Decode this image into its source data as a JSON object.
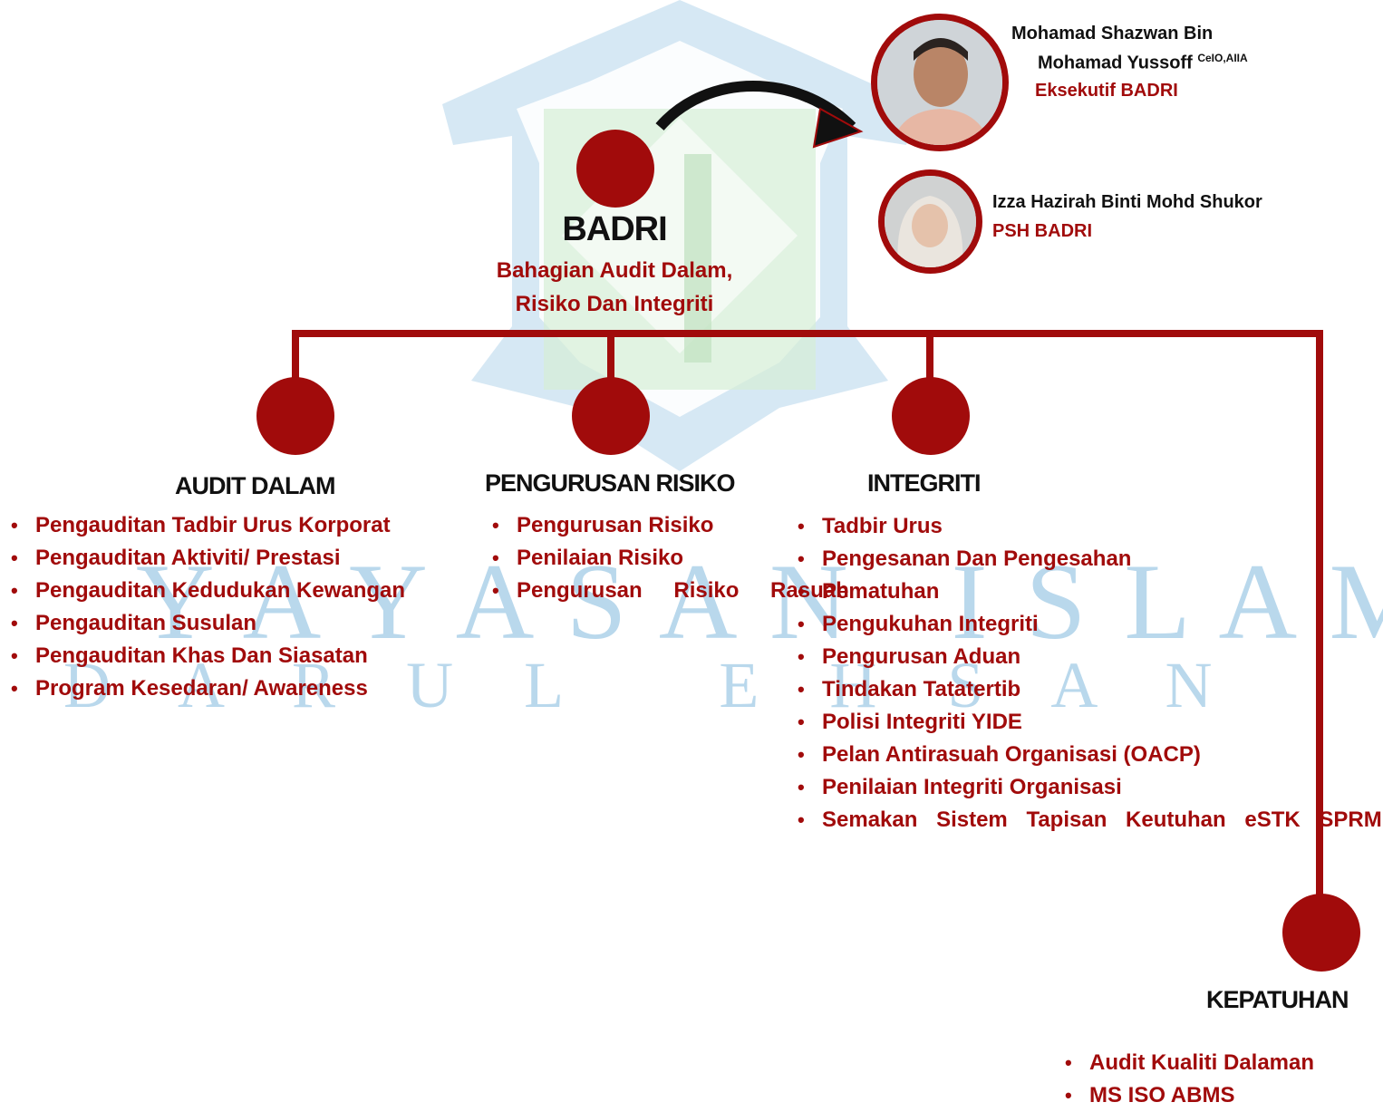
{
  "watermark": {
    "line1": "Y A Y A S A N   I S L A M",
    "line2": "D A R U L   E H S A N"
  },
  "root": {
    "title": "BADRI",
    "subtitle_line1": "Bahagian Audit Dalam,",
    "subtitle_line2": "Risiko Dan Integriti"
  },
  "staff": [
    {
      "name_line1": "Mohamad Shazwan Bin",
      "name_line2": "Mohamad Yussoff",
      "credentials": "CeIO,AIIA",
      "role": "Eksekutif BADRI"
    },
    {
      "name": "Izza Hazirah Binti Mohd Shukor",
      "role": "PSH BADRI"
    }
  ],
  "units": [
    {
      "title": "AUDIT DALAM",
      "items": [
        "Pengauditan Tadbir Urus Korporat",
        "Pengauditan Aktiviti/ Prestasi",
        "Pengauditan Kedudukan Kewangan",
        "Pengauditan Susulan",
        "Pengauditan Khas Dan Siasatan",
        "Program Kesedaran/ Awareness"
      ]
    },
    {
      "title": "PENGURUSAN RISIKO",
      "items": [
        "Pengurusan Risiko",
        "Penilaian Risiko",
        "Pengurusan Risiko Rasuah"
      ]
    },
    {
      "title": "INTEGRITI",
      "items": [
        "Tadbir Urus",
        "Pengesanan Dan Pengesahan",
        "Pematuhan",
        "Pengukuhan Integriti",
        "Pengurusan Aduan",
        "Tindakan Tatatertib",
        "Polisi Integriti YIDE",
        "Pelan Antirasuah Organisasi (OACP)",
        "Penilaian Integriti Organisasi",
        "Semakan Sistem Tapisan Keutuhan eSTK SPRM"
      ]
    },
    {
      "title": "KEPATUHAN",
      "items": [
        "Audit Kualiti Dalaman",
        "MS ISO ABMS"
      ]
    }
  ],
  "colors": {
    "accent": "#a10b0b",
    "watermark_blue": "#b9d8ec",
    "watermark_green": "#d3ecd3"
  }
}
